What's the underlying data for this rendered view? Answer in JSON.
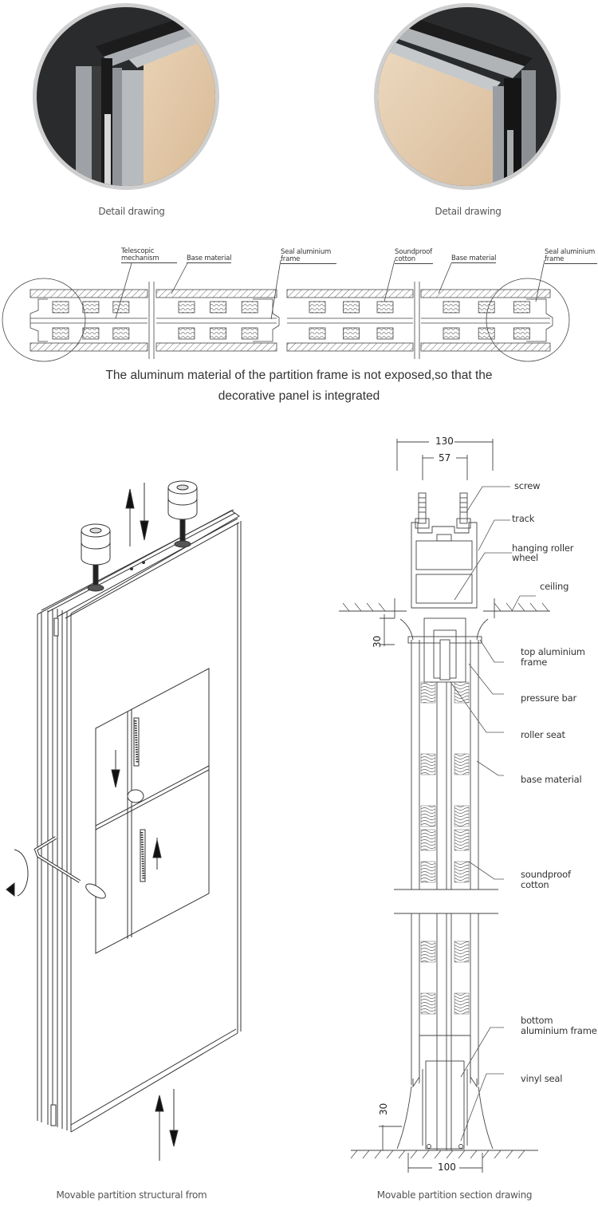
{
  "detail_photos": [
    {
      "caption": "Detail drawing",
      "view": "left corner"
    },
    {
      "caption": "Detail drawing",
      "view": "right corner"
    }
  ],
  "plan_section": {
    "labels": [
      "Telescopic mechanism",
      "Base material",
      "Seal aluminium frame",
      "Soundproof cotton",
      "Base material",
      "Seal aluminium frame"
    ],
    "description": "The aluminum material of the partition frame is not exposed,so that the decorative panel is integrated"
  },
  "structural": {
    "caption": "Movable partition structural from",
    "icons": [
      "up-down-arrow-icon",
      "rotate-arrow-icon",
      "down-arrow-icon",
      "up-arrow-icon"
    ]
  },
  "section": {
    "caption": "Movable partition section drawing",
    "dimensions": {
      "overall_width": "130",
      "screw_spacing": "57",
      "top_gap": "30",
      "bottom_gap": "30",
      "base_width": "100"
    },
    "labels": {
      "screw": "screw",
      "track": "track",
      "hanging_roller_wheel_1": "hanging roller",
      "hanging_roller_wheel_2": "wheel",
      "ceiling": "ceiling",
      "top_frame_1": "top aluminium",
      "top_frame_2": "frame",
      "pressure_bar": "pressure bar",
      "roller_seat": "roller seat",
      "base_material": "base material",
      "soundproof_1": "soundproof",
      "soundproof_2": "cotton",
      "bottom_frame_1": "bottom",
      "bottom_frame_2": "aluminium frame",
      "vinyl_seal": "vinyl seal"
    }
  },
  "colors": {
    "wood": "#e3c9a8",
    "aluminium": "#b9bcbf",
    "dark": "#2b2c2e",
    "ring": "#c9c9c9",
    "line": "#333333"
  }
}
